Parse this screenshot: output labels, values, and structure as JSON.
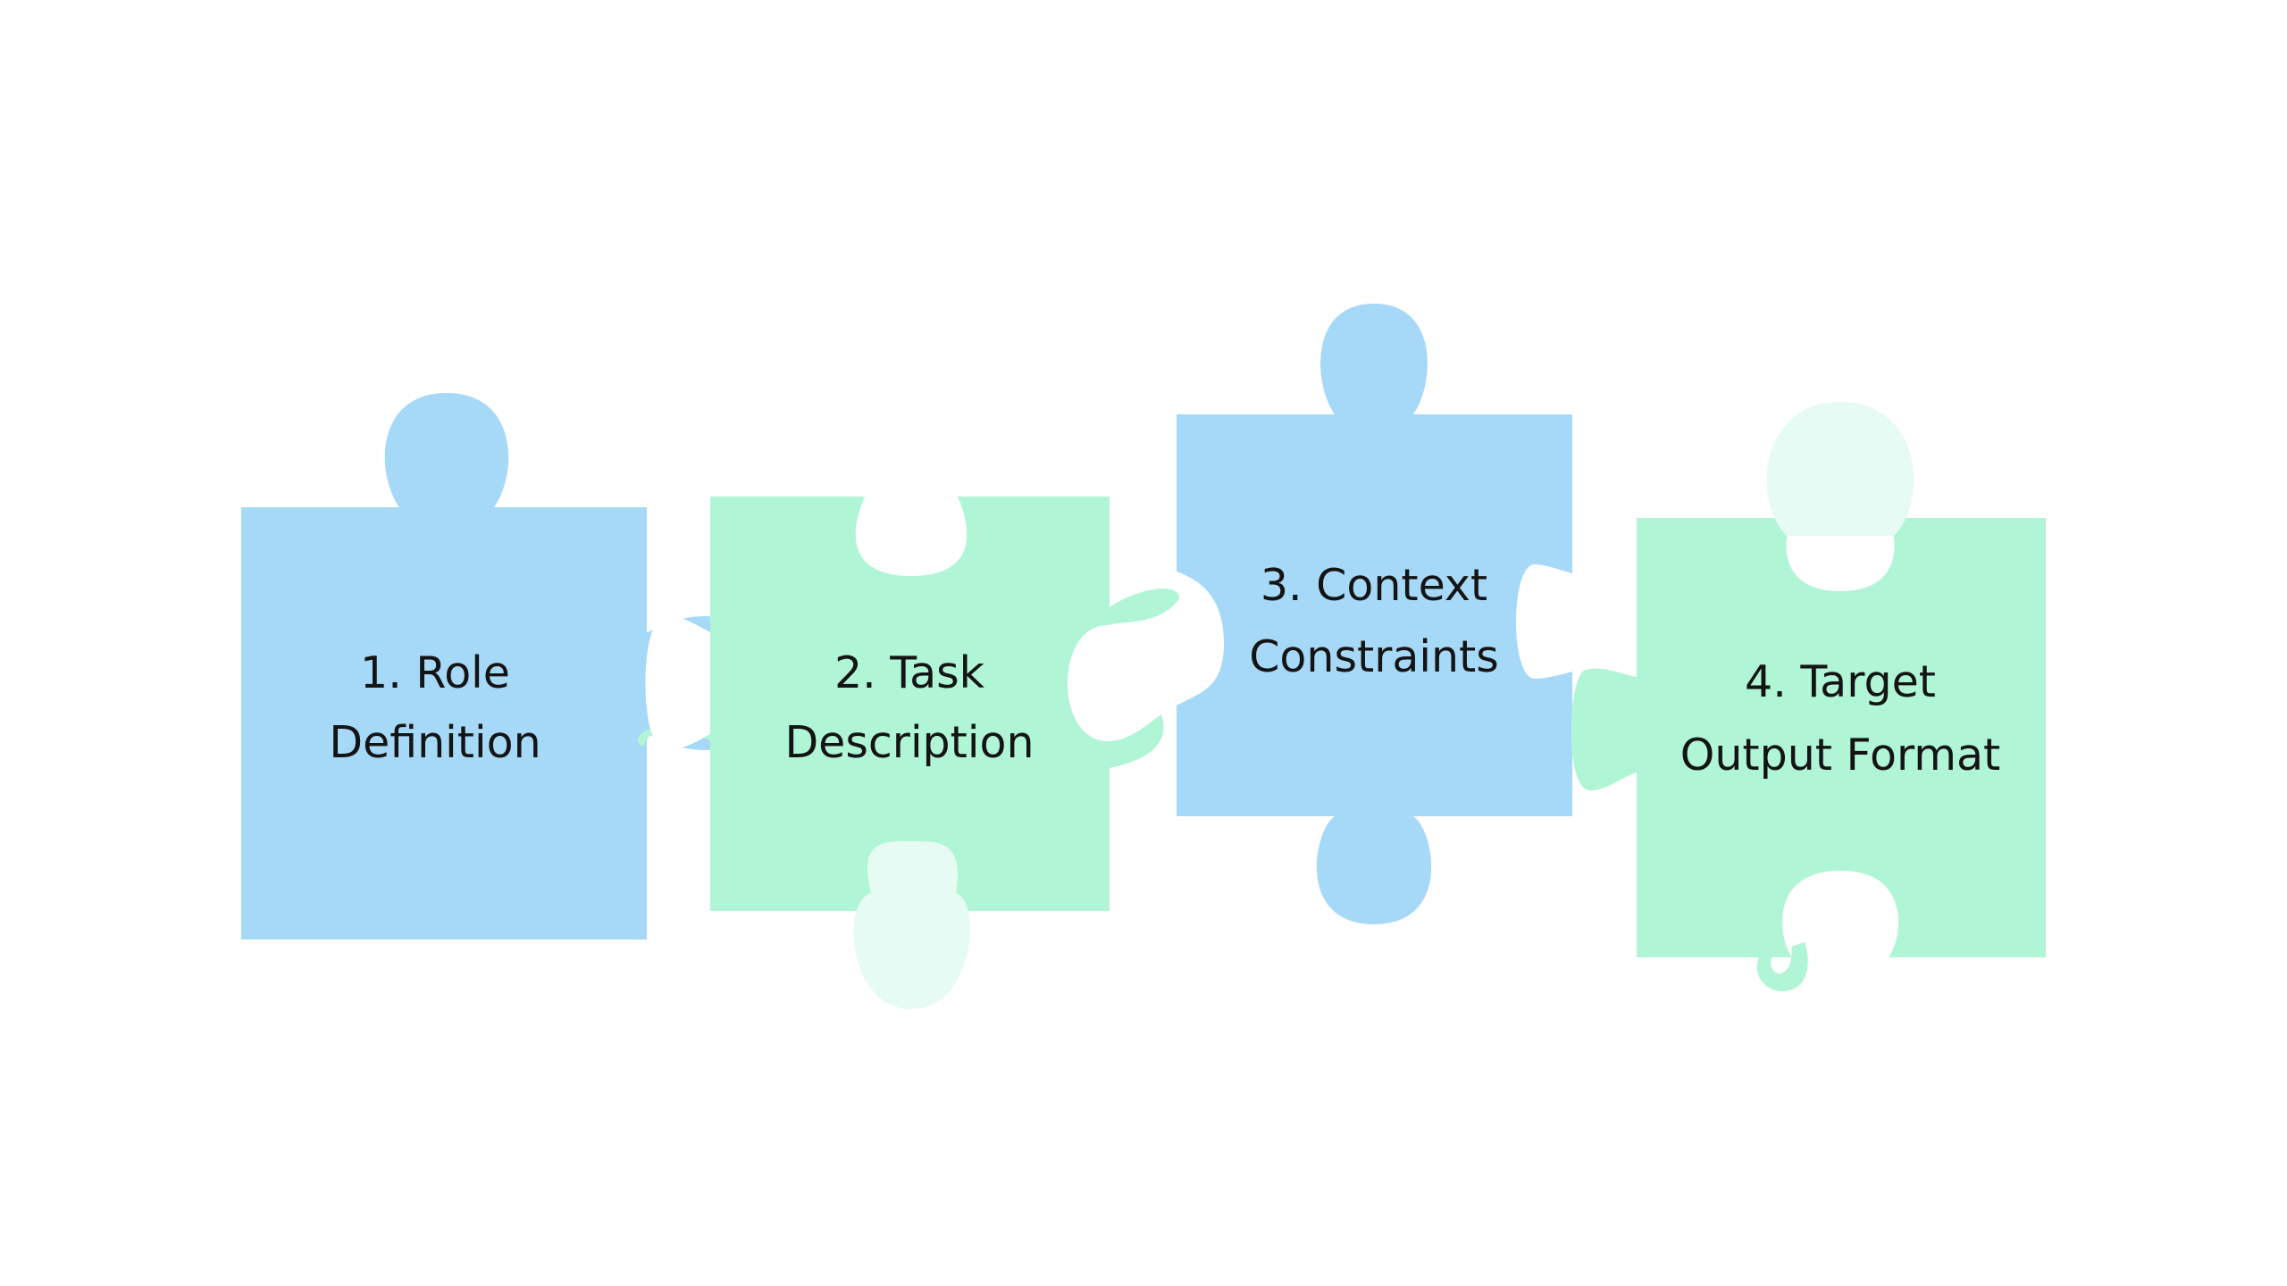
{
  "diagram": {
    "colors": {
      "background": "#ffffff",
      "blue_piece": "#a6d9f8",
      "green_piece": "#b0f5d6",
      "faded_blue": "#c6ecfb",
      "faded_mint": "#e6fbf3",
      "label_text": "#141414"
    },
    "pieces": [
      {
        "id": "piece-1",
        "color": "blue",
        "label_line1": "1. Role",
        "label_line2": "Definition"
      },
      {
        "id": "piece-2",
        "color": "green",
        "label_line1": "2. Task",
        "label_line2": "Description"
      },
      {
        "id": "piece-3",
        "color": "blue",
        "label_line1": "3. Context",
        "label_line2": "Constraints"
      },
      {
        "id": "piece-4",
        "color": "green",
        "label_line1": "4. Target",
        "label_line2": "Output Format"
      }
    ]
  }
}
